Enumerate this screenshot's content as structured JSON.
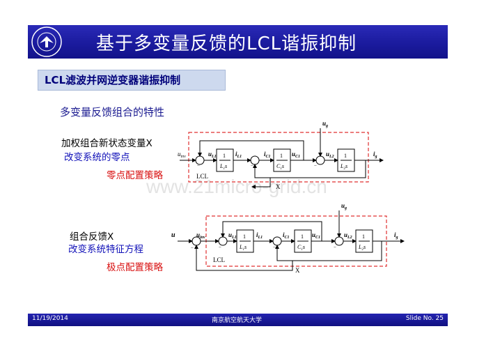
{
  "title": "基于多变量反馈的LCL谐振抑制",
  "subtitle": "LCL滤波并网逆变器谐振抑制",
  "heading": "多变量反馈组合的特性",
  "watermark": "www.21micro-grid.cn",
  "section1": {
    "line1": "加权组合新状态变量X",
    "line2": "改变系统的零点",
    "strategy": "零点配置策略"
  },
  "section2": {
    "line1": "组合反馈X",
    "line2": "改变系统特征方程",
    "strategy": "极点配置策略"
  },
  "diagram_labels": {
    "ug": "u",
    "ug_sub": "g",
    "uinv": "u",
    "uinv_sub": "inv",
    "uL1": "u",
    "uL1_sub": "L1",
    "iL1": "i",
    "iL1_sub": "L1",
    "iC1": "i",
    "iC1_sub": "C1",
    "uC1": "u",
    "uC1_sub": "C1",
    "uL2": "u",
    "uL2_sub": "L2",
    "ig": "i",
    "ig_sub": "g",
    "u": "u",
    "lcl": "LCL",
    "x": "X",
    "one": "1",
    "L1s": "L",
    "L1s_sub": "1",
    "C1s": "C",
    "C1s_sub": "1",
    "L2s": "L",
    "L2s_sub": "2",
    "s": "s"
  },
  "footer": {
    "date": "11/19/2014",
    "institution": "南京航空航天大学",
    "slide": "Slide No. 25"
  },
  "colors": {
    "title_bar": "#1c1ca0",
    "subtitle_box": "#cdd9ee",
    "dashed_box": "#e03030",
    "strategy_text": "#d81010",
    "note_text": "#1010b8"
  }
}
